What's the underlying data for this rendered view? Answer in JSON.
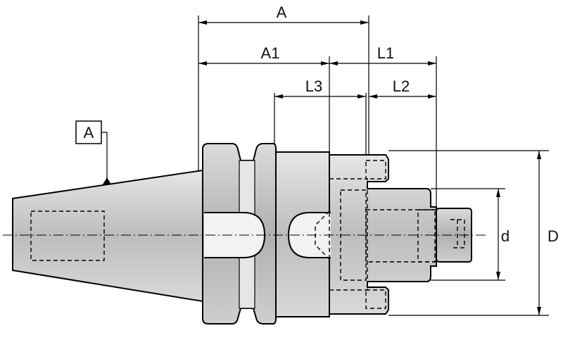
{
  "labels": {
    "A": "A",
    "A1": "A1",
    "L1": "L1",
    "L3": "L3",
    "L2": "L2",
    "d": "d",
    "D": "D",
    "datum": "A"
  }
}
